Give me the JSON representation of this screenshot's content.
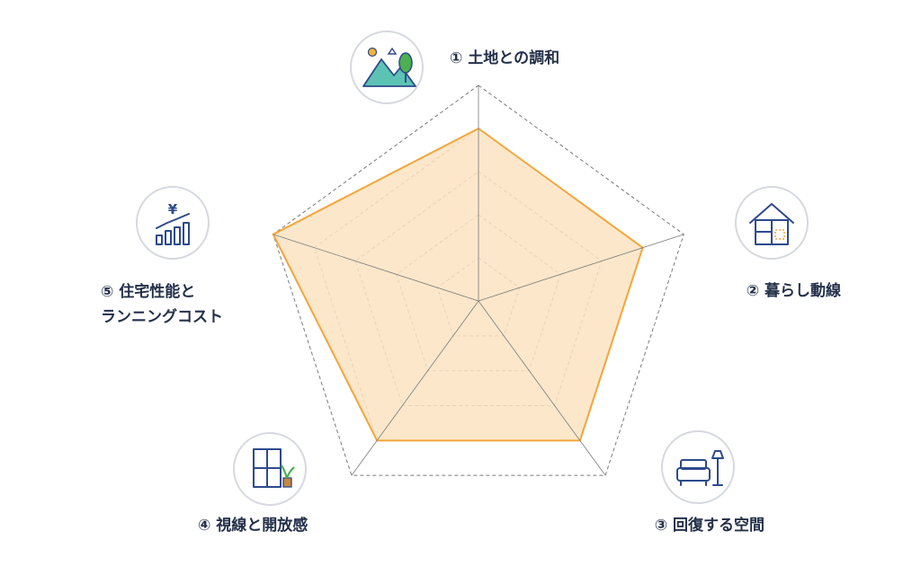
{
  "chart_data": {
    "type": "radar",
    "axes": [
      {
        "label": "① 土地との調和",
        "icon": "landscape-icon"
      },
      {
        "label": "② 暮らし動線",
        "icon": "house-icon"
      },
      {
        "label": "③ 回復する空間",
        "icon": "sofa-lamp-icon"
      },
      {
        "label": "④ 視線と開放感",
        "icon": "window-plant-icon"
      },
      {
        "label": "⑤ 住宅性能と",
        "label2": "ランニングコスト",
        "icon": "yen-chart-icon"
      }
    ],
    "values": [
      0.8,
      0.8,
      0.8,
      0.8,
      1.0
    ],
    "range": [
      0,
      1
    ],
    "rings": 5,
    "colors": {
      "fill": "#fbe3c2",
      "stroke": "#f2a63a",
      "grid": "#7a7a7a",
      "text": "#24304a",
      "icon": "#2d4a8c"
    }
  }
}
